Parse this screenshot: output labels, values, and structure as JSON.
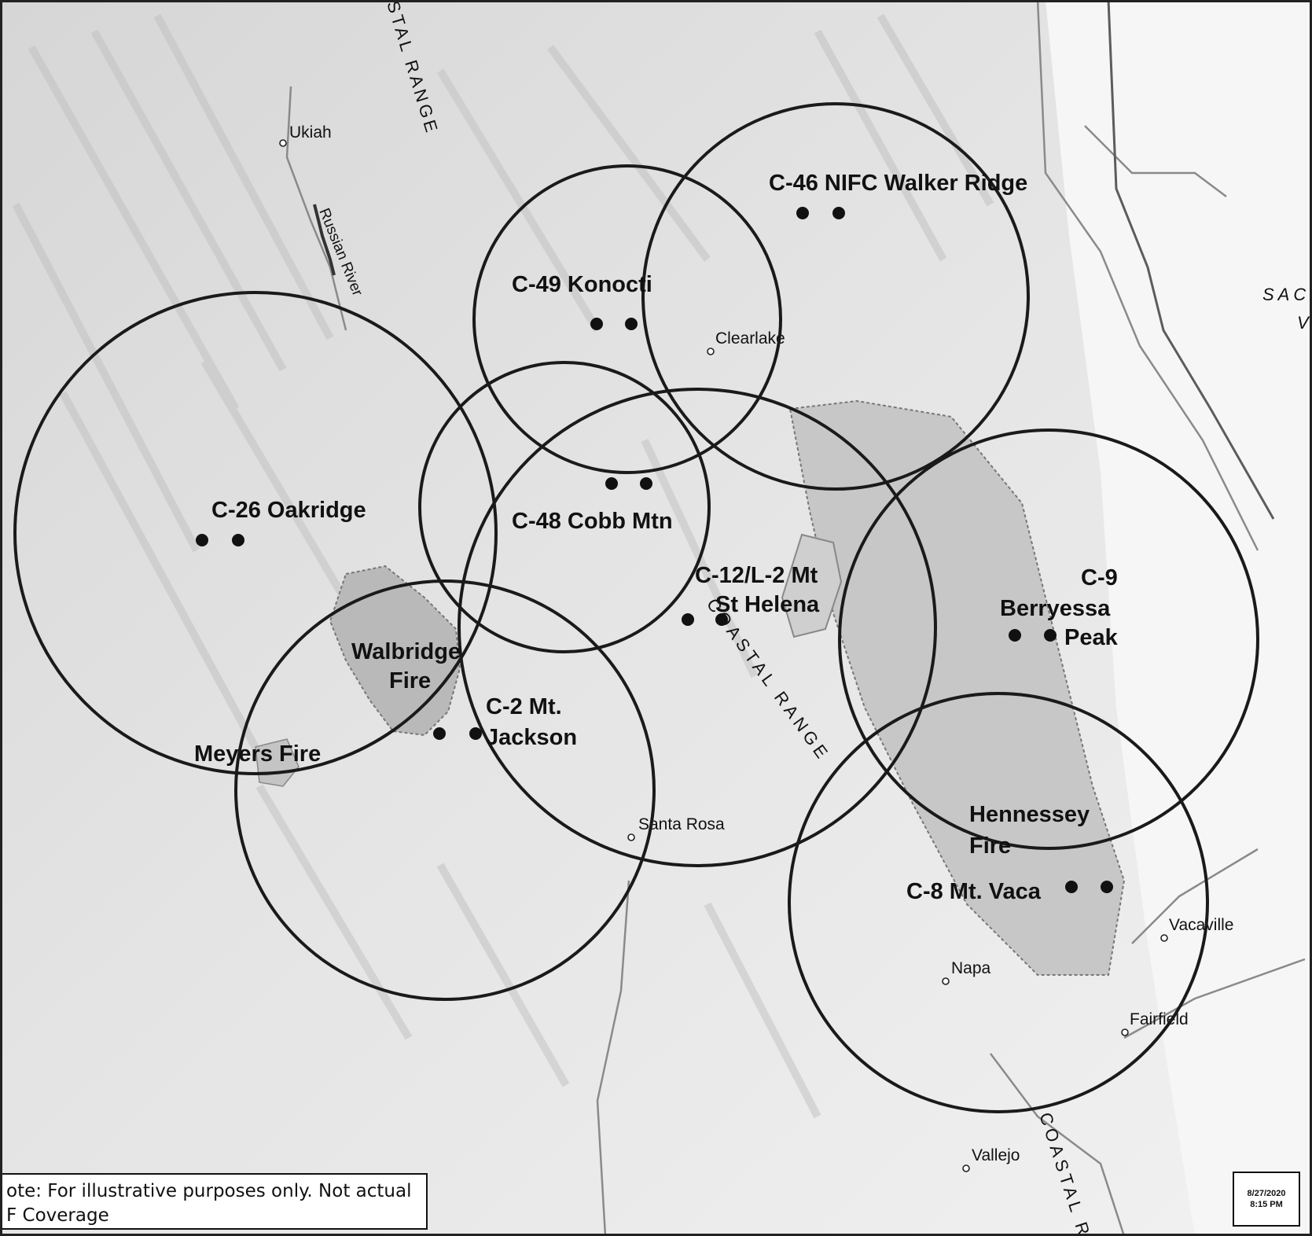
{
  "stations": [
    {
      "id": "c46",
      "label": [
        "C-46 NIFC Walker Ridge"
      ]
    },
    {
      "id": "c49",
      "label": [
        "C-49 Konocti"
      ]
    },
    {
      "id": "c26",
      "label": [
        "C-26 Oakridge"
      ]
    },
    {
      "id": "c48",
      "label": [
        "C-48 Cobb Mtn"
      ]
    },
    {
      "id": "c12",
      "label": [
        "C-12/L-2 Mt",
        "St Helena"
      ]
    },
    {
      "id": "c9",
      "label": [
        "C-9",
        "Berryessa",
        "Peak"
      ]
    },
    {
      "id": "c2",
      "label": [
        "C-2 Mt.",
        "Jackson"
      ]
    },
    {
      "id": "c8",
      "label": [
        "C-8 Mt. Vaca"
      ]
    }
  ],
  "fires": [
    {
      "id": "walbridge",
      "label": [
        "Walbridge",
        "Fire"
      ]
    },
    {
      "id": "meyers",
      "label": [
        "Meyers Fire"
      ]
    },
    {
      "id": "hennessey",
      "label": [
        "Hennessey",
        "Fire"
      ]
    }
  ],
  "towns": [
    "Ukiah",
    "Clearlake",
    "Santa Rosa",
    "Napa",
    "Vacaville",
    "Fairfield",
    "Vallejo"
  ],
  "features": {
    "russian_river": "Russian River",
    "coastal_range_top": "STAL RANGE",
    "coastal_range_mid": "COASTAL RANGE",
    "coastal_range_bottom": "COASTAL R",
    "sacramento_valley": "SAC",
    "sacramento_valley_2": "V"
  },
  "note": {
    "line1": "ote: For illustrative purposes only. Not actual",
    "line2": "F Coverage"
  },
  "date": {
    "date": "8/27/2020",
    "time": "8:15 PM"
  }
}
